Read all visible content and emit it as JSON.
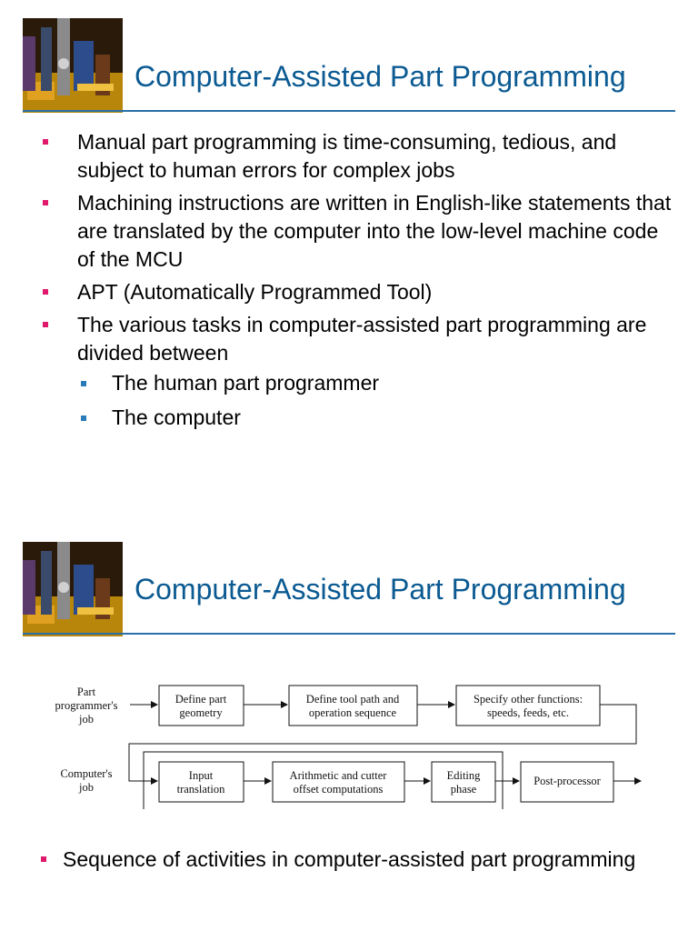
{
  "slide1": {
    "title": "Computer-Assisted Part Programming",
    "bullets": [
      "Manual part programming is time-consuming, tedious, and subject to human errors for complex jobs",
      "Machining instructions are written in English-like statements that are translated by the computer into the low-level machine code of the MCU",
      "APT (Automatically Programmed Tool)",
      "The various tasks in computer-assisted part programming are divided between"
    ],
    "subbullets": [
      "The human part programmer",
      "The computer"
    ]
  },
  "slide2": {
    "title": "Computer-Assisted Part Programming",
    "diagram": {
      "row1_label": [
        "Part",
        "programmer's",
        "job"
      ],
      "row2_label": [
        "Computer's",
        "job"
      ],
      "box_define_geometry": [
        "Define part",
        "geometry"
      ],
      "box_define_toolpath": [
        "Define tool path and",
        "operation sequence"
      ],
      "box_specify_functions": [
        "Specify other functions:",
        "speeds, feeds, etc."
      ],
      "box_input_translation": [
        "Input",
        "translation"
      ],
      "box_arithmetic": [
        "Arithmetic and cutter",
        "offset computations"
      ],
      "box_editing": [
        "Editing",
        "phase"
      ],
      "box_postprocessor": [
        "Post-processor"
      ]
    },
    "caption": "Sequence of activities in computer-assisted part programming"
  },
  "colors": {
    "title": "#0b5a92",
    "rule": "#2a6fa8",
    "bullet": "#e0186c",
    "subbullet": "#2a7ab8"
  }
}
